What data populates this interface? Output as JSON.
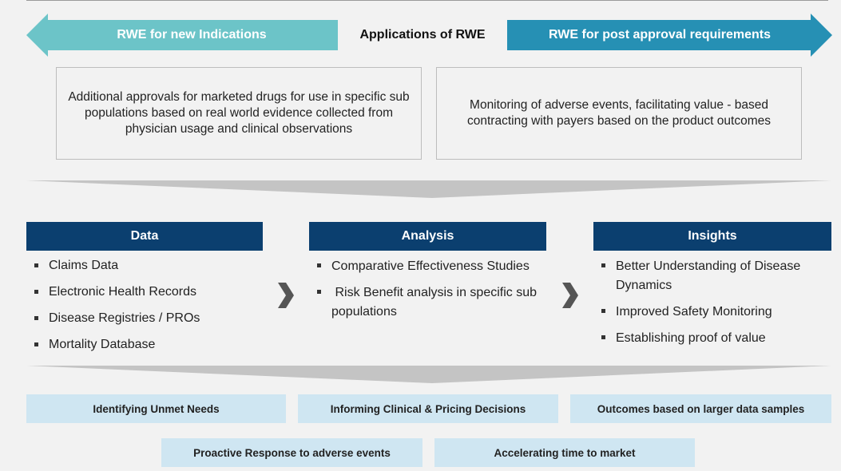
{
  "header": {
    "left_arrow_label": "RWE for new Indications",
    "center_title": "Applications of RWE",
    "right_arrow_label": "RWE for post approval requirements"
  },
  "descriptions": {
    "left": "Additional approvals for marketed drugs for use in specific sub populations based on real world evidence collected from physician usage and clinical observations",
    "right": "Monitoring of adverse events, facilitating value - based contracting with payers based on the product outcomes"
  },
  "columns": [
    {
      "title": "Data",
      "items": [
        "Claims Data",
        "Electronic Health Records",
        "Disease Registries / PROs",
        "Mortality Database"
      ]
    },
    {
      "title": "Analysis",
      "items": [
        "Comparative Effectiveness Studies",
        " Risk Benefit analysis in specific sub populations"
      ]
    },
    {
      "title": "Insights",
      "items": [
        "Better Understanding of Disease Dynamics",
        "Improved Safety Monitoring",
        "Establishing proof of value"
      ]
    }
  ],
  "outcomes": [
    "Identifying Unmet Needs",
    "Informing Clinical & Pricing Decisions",
    "Outcomes based on larger data samples",
    "Proactive Response to adverse events",
    "Accelerating time to market"
  ],
  "colors": {
    "left_arrow": "#6cc4c8",
    "right_arrow": "#2690b4",
    "header_bar": "#0b3f6f",
    "outcome_box": "#cfe6f2",
    "funnel": "#c4c4c4",
    "chevron": "#555555"
  },
  "icons": {
    "left_arrow": "left-arrow-banner",
    "right_arrow": "right-arrow-banner",
    "chevron": "chevron-right-icon",
    "funnel": "funnel-down-shape"
  }
}
